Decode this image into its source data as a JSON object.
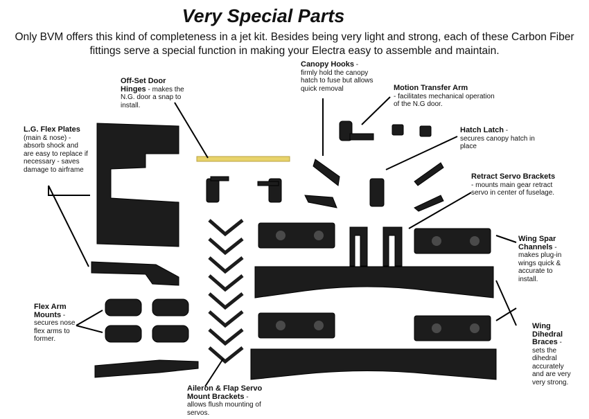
{
  "heading": "Very Special Parts",
  "intro": "Only BVM offers this kind of completeness in a jet kit.  Besides being very light and strong, each of these Carbon Fiber fittings serve a special function in making your Electra easy to assemble and maintain.",
  "callouts": {
    "canopy_hooks": {
      "name": "Canopy Hooks",
      "desc": "firmly hold the canopy hatch to fuse but allows quick removal"
    },
    "motion_arm": {
      "name": "Motion Transfer Arm",
      "desc": "facilitates mechanical operation of the N.G door."
    },
    "door_hinges": {
      "name": "Off-Set Door Hinges",
      "desc": "makes the N.G. door a snap to install."
    },
    "lg_flex": {
      "name": "L.G. Flex Plates",
      "desc": "(main & nose) - absorb shock and are easy to replace if necessary - saves damage to airframe"
    },
    "hatch_latch": {
      "name": "Hatch Latch",
      "desc": "secures canopy hatch in place"
    },
    "retract_servo": {
      "name": "Retract Servo Brackets",
      "desc": "mounts main gear retract servo in center of fuselage."
    },
    "wing_spar": {
      "name": "Wing Spar Channels",
      "desc": "makes plug-in wings quick & accurate to install."
    },
    "flex_arm": {
      "name": "Flex Arm Mounts",
      "desc": "secures nose flex arms to former."
    },
    "wing_dihedral": {
      "name": "Wing Dihedral Braces",
      "desc": "sets the dihedral accurately and are very very strong."
    },
    "aileron": {
      "name": "Aileron & Flap Servo Mount Brackets",
      "desc": "allows flush mounting of servos."
    }
  }
}
